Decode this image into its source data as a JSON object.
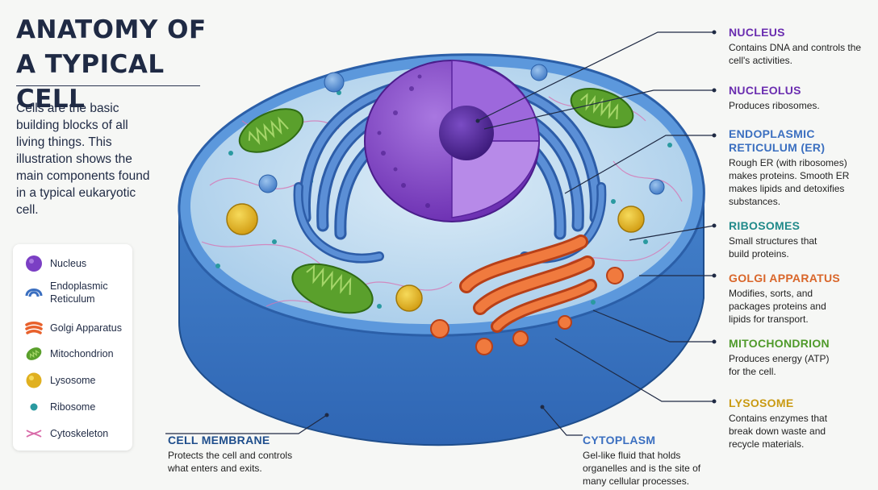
{
  "title_line1": "ANATOMY OF",
  "title_line2": "A TYPICAL CELL",
  "intro": "Cells are the basic building blocks of all living things. This illustration shows the main components found in a typical eukaryotic cell.",
  "legend": [
    {
      "label": "Nucleus",
      "icon": "nucleus-icon",
      "color": "#7b3fc4"
    },
    {
      "label": "Endoplasmic Reticulum",
      "icon": "er-icon",
      "color": "#3b6fc0"
    },
    {
      "label": "Golgi Apparatus",
      "icon": "golgi-icon",
      "color": "#e8612c"
    },
    {
      "label": "Mitochondrion",
      "icon": "mitochondrion-icon",
      "color": "#5aa02c"
    },
    {
      "label": "Lysosome",
      "icon": "lysosome-icon",
      "color": "#e0b020"
    },
    {
      "label": "Ribosome",
      "icon": "ribosome-icon",
      "color": "#2a9aa0"
    },
    {
      "label": "Cytoskeleton",
      "icon": "cytoskeleton-icon",
      "color": "#d86aa8"
    }
  ],
  "labels": {
    "nucleus": {
      "title": "NUCLEUS",
      "desc": "Contains DNA and controls the cell's activities.",
      "color": "#6a2db0"
    },
    "nucleolus": {
      "title": "NUCLEOLUS",
      "desc": "Produces ribosomes.",
      "color": "#6a2db0"
    },
    "er": {
      "title": "ENDOPLASMIC RETICULUM (ER)",
      "desc": "Rough ER (with ribosomes) makes proteins. Smooth ER makes lipids and detoxifies substances.",
      "color": "#3b6fc0"
    },
    "ribosomes": {
      "title": "RIBOSOMES",
      "desc": "Small structures that build proteins.",
      "color": "#218a8a"
    },
    "golgi": {
      "title": "GOLGI APPARATUS",
      "desc": "Modifies, sorts, and packages proteins and lipids for transport.",
      "color": "#d9662a"
    },
    "mitochondrion": {
      "title": "MITOCHONDRION",
      "desc": "Produces energy (ATP) for the cell.",
      "color": "#4f9a2a"
    },
    "lysosome": {
      "title": "LYSOSOME",
      "desc": "Contains enzymes that break down waste and recycle materials.",
      "color": "#c99a12"
    },
    "membrane": {
      "title": "CELL MEMBRANE",
      "desc": "Protects the cell and controls what enters and exits.",
      "color": "#1f4e8c"
    },
    "cytoplasm": {
      "title": "CYTOPLASM",
      "desc": "Gel-like fluid that holds organelles and is the site of many cellular processes.",
      "color": "#3b6fc0"
    }
  }
}
